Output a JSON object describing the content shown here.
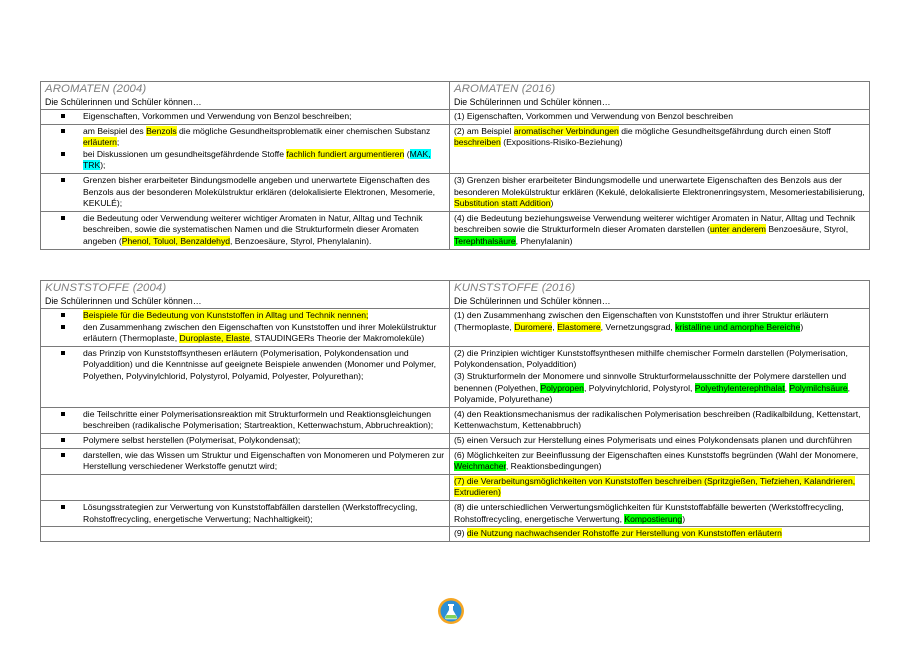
{
  "aromaten": {
    "left_title": "AROMATEN (2004)",
    "right_title": "AROMATEN (2016)",
    "left_sub": "Die Schülerinnen und Schüler können…",
    "right_sub": "Die Schülerinnen und Schüler können…",
    "rows": [
      {
        "left": [
          [
            {
              "t": "Eigenschaften, Vorkommen und Verwendung von Benzol beschreiben;"
            }
          ]
        ],
        "right": [
          {
            "t": "(1) Eigenschaften, Vorkommen und Verwendung von Benzol beschreiben"
          }
        ]
      },
      {
        "left": [
          [
            {
              "t": "am Beispiel des "
            },
            {
              "t": "Benzols",
              "h": "y"
            },
            {
              "t": " die mögliche Gesundheitsproblematik einer chemischen Substanz "
            },
            {
              "t": "erläutern",
              "h": "y"
            },
            {
              "t": ";"
            }
          ],
          [
            {
              "t": "bei Diskussionen um gesundheitsgefährdende Stoffe "
            },
            {
              "t": "fachlich fundiert argumentieren",
              "h": "y"
            },
            {
              "t": " ("
            },
            {
              "t": "MAK, TRK",
              "h": "c"
            },
            {
              "t": ");"
            }
          ]
        ],
        "right": [
          {
            "t": "(2) am Beispiel "
          },
          {
            "t": "aromatischer Verbindungen",
            "h": "y"
          },
          {
            "t": " die mögliche Gesundheitsgefährdung durch einen Stoff "
          },
          {
            "t": "beschreiben",
            "h": "y"
          },
          {
            "t": " (Expositions-Risiko-Beziehung)"
          }
        ]
      },
      {
        "left": [
          [
            {
              "t": "Grenzen bisher erarbeiteter Bindungsmodelle angeben und unerwartete Eigenschaften des Benzols aus der besonderen Molekülstruktur erklären (delokalisierte Elektronen, Mesomerie, KEKULÉ);"
            }
          ]
        ],
        "right": [
          {
            "t": "(3) Grenzen bisher erarbeiteter Bindungsmodelle und unerwartete Eigenschaften des Benzols aus der besonderen Molekülstruktur erklären (Kekulé, delokalisierte Elektronenringsystem, Mesomeriestabilisierung, "
          },
          {
            "t": "Substitution statt Addition",
            "h": "y"
          },
          {
            "t": ")"
          }
        ]
      },
      {
        "left": [
          [
            {
              "t": "die Bedeutung oder Verwendung weiterer wichtiger Aromaten in Natur, Alltag und Technik beschreiben, sowie die systematischen Namen und die Strukturformeln dieser Aromaten angeben ("
            },
            {
              "t": "Phenol, Toluol, Benzaldehyd",
              "h": "y"
            },
            {
              "t": ", Benzoesäure, Styrol, Phenylalanin)."
            }
          ]
        ],
        "right": [
          {
            "t": "(4) die Bedeutung beziehungsweise Verwendung weiterer wichtiger Aromaten in Natur, Alltag und Technik beschreiben sowie die Strukturformeln dieser Aromaten darstellen ("
          },
          {
            "t": "unter anderem",
            "h": "y"
          },
          {
            "t": " Benzoesäure, Styrol, "
          },
          {
            "t": "Terephthalsäure",
            "h": "g"
          },
          {
            "t": ", Phenylalanin)"
          }
        ]
      }
    ]
  },
  "kunststoffe": {
    "left_title": "KUNSTSTOFFE (2004)",
    "right_title": "KUNSTSTOFFE (2016)",
    "left_sub": "Die Schülerinnen und Schüler können…",
    "right_sub": "Die Schülerinnen und Schüler können…",
    "rows": [
      {
        "left": [
          [
            {
              "t": "Beispiele für die Bedeutung von Kunststoffen in Alltag und Technik nennen;",
              "h": "y"
            }
          ],
          [
            {
              "t": "den Zusammenhang zwischen den Eigenschaften von Kunststoffen und ihrer Molekülstruktur erläutern (Thermoplaste, "
            },
            {
              "t": "Duroplaste, Elaste",
              "h": "y"
            },
            {
              "t": ", STAUDINGERs Theorie der Makromoleküle)"
            }
          ]
        ],
        "right": [
          {
            "t": "(1) den Zusammenhang zwischen den Eigenschaften von Kunststoffen und ihrer Struktur erläutern (Thermoplaste, "
          },
          {
            "t": "Duromere",
            "h": "y"
          },
          {
            "t": ", "
          },
          {
            "t": "Elastomere",
            "h": "y"
          },
          {
            "t": ", Vernetzungsgrad, "
          },
          {
            "t": "kristalline und amorphe Bereiche",
            "h": "g"
          },
          {
            "t": ")"
          }
        ]
      },
      {
        "left": [
          [
            {
              "t": "das Prinzip von Kunststoffsynthesen erläutern (Polymerisation, Polykondensation und Polyaddition) und die Kenntnisse auf geeignete Beispiele anwenden (Monomer und Polymer, Polyethen, Polyvinylchlorid, Polystyrol, Polyamid, Polyester, Polyurethan);"
            }
          ]
        ],
        "right": [
          {
            "t": "(2) die Prinzipien wichtiger Kunststoffsynthesen mithilfe chemischer Formeln darstellen (Polymerisation, Polykondensation, Polyaddition)"
          },
          {
            "br": true
          },
          {
            "t": "(3) Strukturformeln der Monomere und sinnvolle Strukturformelausschnitte der Polymere darstellen und benennen (Polyethen, "
          },
          {
            "t": "Polypropen",
            "h": "g"
          },
          {
            "t": ", Polyvinylchlorid, Polystyrol, "
          },
          {
            "t": "Polyethylenterephthalat",
            "h": "g"
          },
          {
            "t": ", "
          },
          {
            "t": "Polymilchsäure",
            "h": "g"
          },
          {
            "t": ", Polyamide, Polyurethane)"
          }
        ]
      },
      {
        "left": [
          [
            {
              "t": "die Teilschritte einer Polymerisationsreaktion mit Strukturformeln und Reaktionsgleichungen beschreiben (radikalische Polymerisation; Startreaktion, Kettenwachstum, Abbruchreaktion);"
            }
          ]
        ],
        "right": [
          {
            "t": "(4) den Reaktionsmechanismus der radikalischen Polymerisation beschreiben (Radikalbildung, Kettenstart, Kettenwachstum, Kettenabbruch)"
          }
        ]
      },
      {
        "left": [
          [
            {
              "t": "Polymere selbst herstellen (Polymerisat, Polykondensat);"
            }
          ]
        ],
        "right": [
          {
            "t": "(5) einen Versuch zur Herstellung eines Polymerisats und eines Polykondensats planen und durchführen"
          }
        ]
      },
      {
        "left": [
          [
            {
              "t": "darstellen, wie das Wissen um Struktur und Eigenschaften von Monomeren und Polymeren zur Herstellung verschiedener Werkstoffe genutzt wird;"
            }
          ]
        ],
        "right": [
          {
            "t": "(6) Möglichkeiten zur Beeinflussung der Eigenschaften eines Kunststoffs begründen (Wahl der Monomere, "
          },
          {
            "t": "Weichmacher",
            "h": "g"
          },
          {
            "t": ", Reaktionsbedingungen)"
          }
        ]
      },
      {
        "left": [],
        "right": [
          {
            "t": "(7) die Verarbeitungsmöglichkeiten von Kunststoffen beschreiben (Spritzgießen, Tiefziehen, Kalandrieren, Extrudieren)",
            "h": "y"
          }
        ]
      },
      {
        "left": [
          [
            {
              "t": "Lösungsstrategien zur Verwertung von Kunststoffabfällen darstellen (Werkstoffrecycling, Rohstoffrecycling, energetische Verwertung; Nachhaltigkeit);"
            }
          ]
        ],
        "right": [
          {
            "t": "(8) die unterschiedlichen Verwertungsmöglichkeiten für Kunststoffabfälle bewerten (Werkstoffrecycling, Rohstoffrecycling, energetische Verwertung, "
          },
          {
            "t": "Kompostierung",
            "h": "g"
          },
          {
            "t": ")"
          }
        ]
      },
      {
        "left": [],
        "right": [
          {
            "t": "(9) "
          },
          {
            "t": "die Nutzung nachwachsender Rohstoffe zur Herstellung von Kunststoffen erläutern",
            "h": "y"
          }
        ]
      }
    ]
  },
  "colors": {
    "highlight_yellow": "#ffff00",
    "highlight_green": "#00ff00",
    "highlight_cyan": "#00ffff",
    "title_gray": "#7f7f7f"
  },
  "logo_icon": "flask-logo-icon"
}
